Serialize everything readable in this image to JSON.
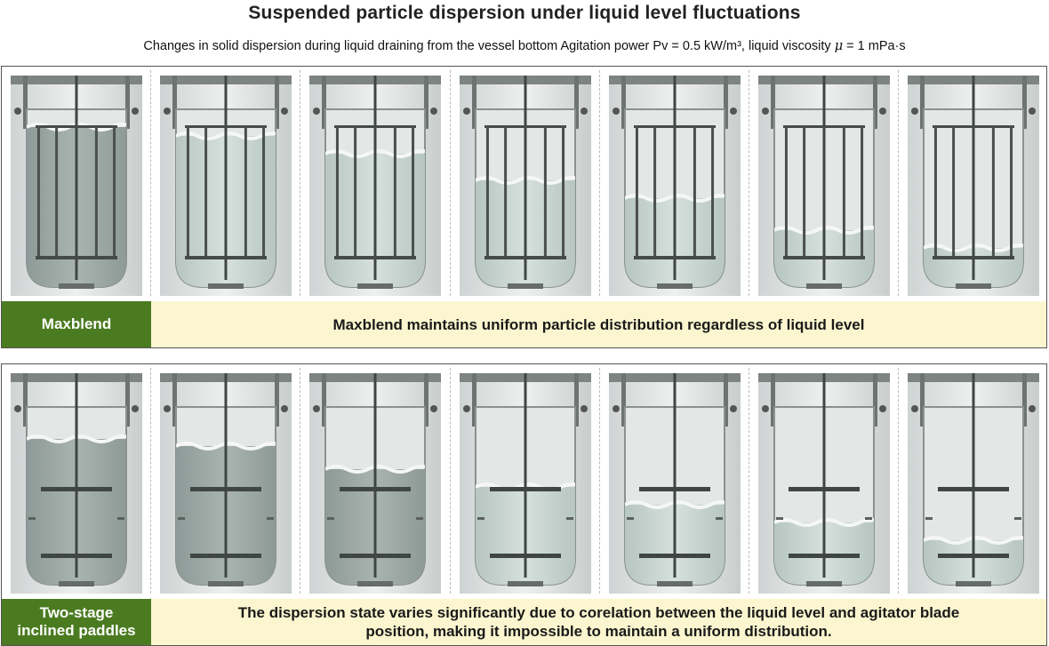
{
  "title": "Suspended particle dispersion under liquid level fluctuations",
  "subtitle_prefix": "Changes in solid dispersion during liquid draining from the vessel  bottom Agitation power Pv = 0.5 kW/m³, liquid viscosity ",
  "subtitle_mu": "μ",
  "subtitle_suffix": " = 1 mPa·s",
  "rows": [
    {
      "label": "Maxblend",
      "note": "Maxblend maintains uniform particle distribution regardless of liquid level",
      "impeller": "maxblend",
      "liquid_levels": [
        0.9,
        0.85,
        0.75,
        0.6,
        0.5,
        0.32,
        0.22
      ],
      "cloudy": [
        false,
        true,
        true,
        true,
        true,
        true,
        true
      ]
    },
    {
      "label_line1": "Two-stage",
      "label_line2": "inclined paddles",
      "note_line1": "The dispersion state varies significantly due to corelation between the liquid level and agitator blade",
      "note_line2": "position, making it impossible to maintain a uniform distribution.",
      "impeller": "paddles",
      "liquid_levels": [
        0.82,
        0.78,
        0.65,
        0.55,
        0.45,
        0.35,
        0.25
      ],
      "cloudy": [
        false,
        false,
        false,
        true,
        true,
        true,
        true
      ]
    }
  ]
}
